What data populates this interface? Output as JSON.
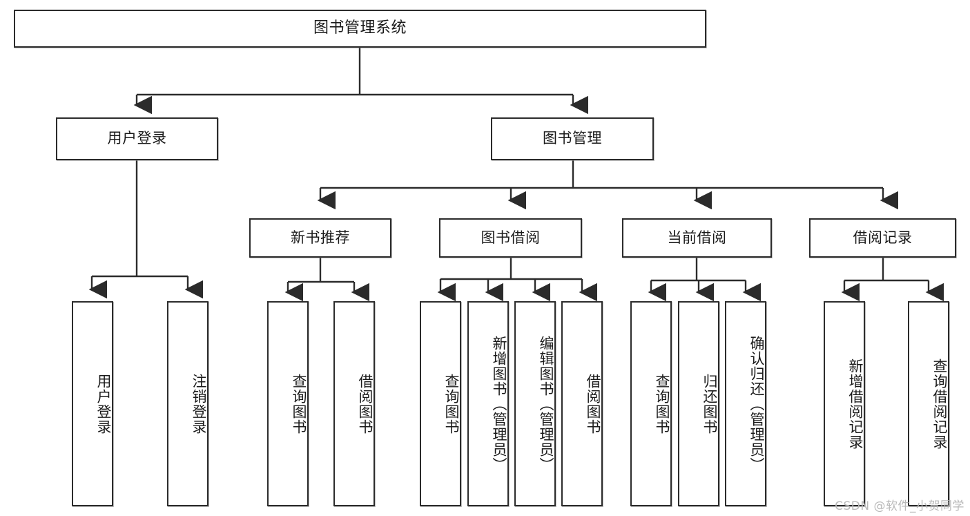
{
  "diagram": {
    "title": "图书管理系统",
    "type": "tree-hierarchy",
    "watermark": "CSDN @软件_小贺同学",
    "colors": {
      "box_border": "#2b2b2b",
      "box_fill": "#ffffff",
      "connector": "#2b2b2b",
      "text": "#1a1a1a",
      "watermark": "#b9b9b9"
    },
    "root": {
      "label": "图书管理系统"
    },
    "level2": [
      {
        "label": "用户登录"
      },
      {
        "label": "图书管理"
      }
    ],
    "level3": [
      {
        "label": "新书推荐"
      },
      {
        "label": "图书借阅"
      },
      {
        "label": "当前借阅"
      },
      {
        "label": "借阅记录"
      }
    ],
    "leaves_user_login": [
      {
        "label": "用户登录"
      },
      {
        "label": "注销登录"
      }
    ],
    "leaves_new_books": [
      {
        "label": "查询图书"
      },
      {
        "label": "借阅图书"
      }
    ],
    "leaves_borrow": [
      {
        "label": "查询图书"
      },
      {
        "label": "新增图书（管理员）"
      },
      {
        "label": "编辑图书（管理员）"
      },
      {
        "label": "借阅图书"
      }
    ],
    "leaves_current": [
      {
        "label": "查询图书"
      },
      {
        "label": "归还图书"
      },
      {
        "label": "确认归还（管理员）"
      }
    ],
    "leaves_records": [
      {
        "label": "新增借阅记录"
      },
      {
        "label": "查询借阅记录"
      }
    ]
  }
}
